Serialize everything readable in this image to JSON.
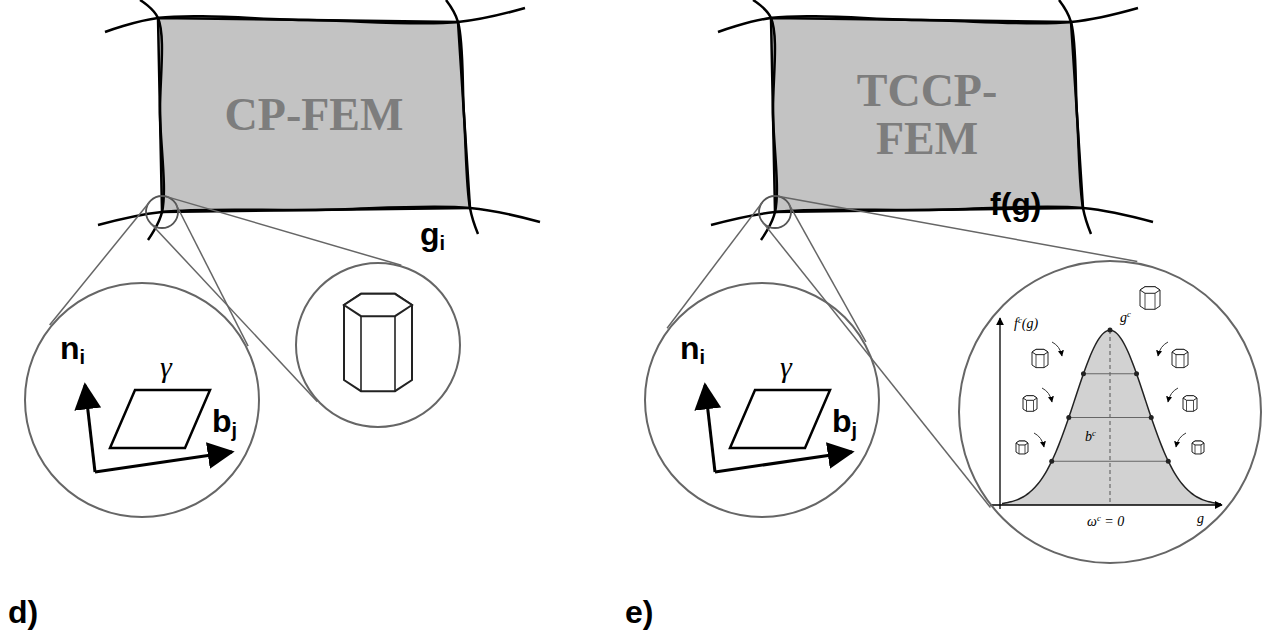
{
  "diagram": {
    "nodes": [
      {
        "text": [
          "CP-FEM"
        ]
      },
      {
        "text": [
          "ni",
          "γ",
          "bj"
        ]
      },
      {
        "text": [
          "TCCP-FEM"
        ]
      },
      {
        "text": [
          "ni",
          "γ",
          "bj"
        ]
      },
      {
        "text": [
          "fc(g)",
          "gc",
          "bc",
          "ωc = 0",
          "g"
        ]
      }
    ],
    "labels": [
      "gi",
      "d)",
      "f(g)",
      "e)"
    ]
  }
}
